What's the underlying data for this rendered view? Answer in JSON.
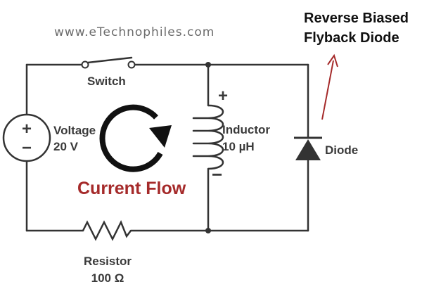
{
  "watermark": "www.eTechnophiles.com",
  "annotation": {
    "line1": "Reverse Biased",
    "line2": "Flyback Diode"
  },
  "switch": {
    "label": "Switch"
  },
  "source": {
    "name": "Voltage",
    "value": "20 V",
    "plus": "+",
    "minus": "−"
  },
  "inductor": {
    "name": "Inductor",
    "value": "10 µH",
    "plus": "+",
    "minus": "−"
  },
  "diode": {
    "label": "Diode"
  },
  "resistor": {
    "name": "Resistor",
    "value": "100 Ω"
  },
  "current": {
    "label": "Current Flow"
  },
  "colors": {
    "wire": "#333333",
    "accent": "#a52a2a",
    "text": "#3a3a3a"
  }
}
